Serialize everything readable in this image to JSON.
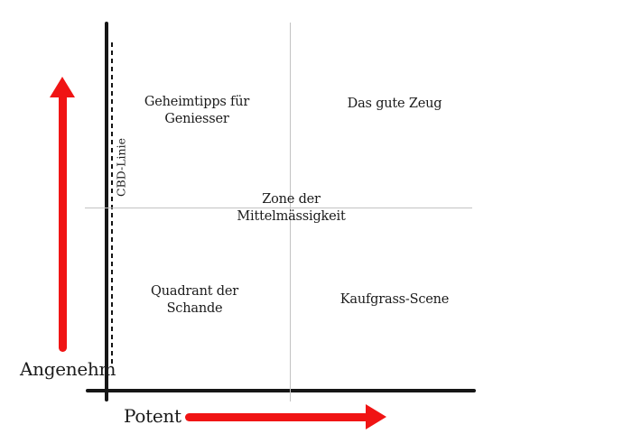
{
  "colors": {
    "arrow": "#f01414",
    "axis": "#161616",
    "divider": "#c3c3c3",
    "text": "#1b1b1b",
    "background": "#ffffff"
  },
  "axes": {
    "y_label": "Angenehm",
    "x_label": "Potent"
  },
  "cbd_line": {
    "label": "CBD-Linie"
  },
  "quadrants": {
    "top_left": {
      "label": "Geheimtipps für Geniesser"
    },
    "top_right": {
      "label": "Das gute Zeug"
    },
    "center": {
      "label": "Zone der Mittelmässigkeit"
    },
    "bottom_left": {
      "label": "Quadrant der Schande"
    },
    "bottom_right": {
      "label": "Kaufgrass-Scene"
    }
  }
}
